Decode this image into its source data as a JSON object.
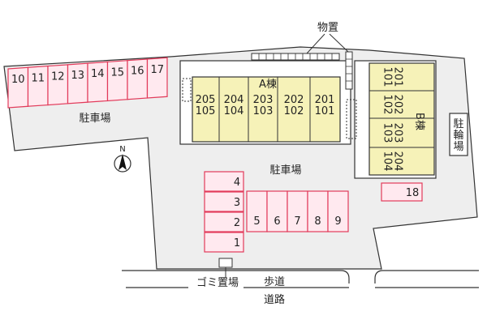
{
  "labels": {
    "storage": "物置",
    "parking_top": "駐車場",
    "parking_center": "駐車場",
    "bicycle_parking": "駐輪場",
    "building_a": "A棟",
    "building_b": "B棟",
    "garbage": "ゴミ置場",
    "sidewalk": "歩道",
    "road": "道路",
    "north": "N"
  },
  "parking_top_row": [
    "10",
    "11",
    "12",
    "13",
    "14",
    "15",
    "16",
    "17"
  ],
  "parking_left_column": [
    "4",
    "3",
    "2",
    "1"
  ],
  "parking_bottom_row": [
    "5",
    "6",
    "7",
    "8",
    "9"
  ],
  "parking_right": "18",
  "building_a_units": [
    {
      "upper": "205",
      "lower": "105"
    },
    {
      "upper": "204",
      "lower": "104"
    },
    {
      "upper": "203",
      "lower": "103"
    },
    {
      "upper": "202",
      "lower": "102"
    },
    {
      "upper": "201",
      "lower": "101"
    }
  ],
  "building_b_units": [
    {
      "upper": "201",
      "lower": "101"
    },
    {
      "upper": "202",
      "lower": "102"
    },
    {
      "upper": "203",
      "lower": "103"
    },
    {
      "upper": "204",
      "lower": "104"
    }
  ],
  "colors": {
    "parking_fill": "#ffe9ef",
    "parking_stroke": "#e23a5a",
    "ground_fill": "#eeeeee",
    "building_fill": "#f6f2b8"
  }
}
